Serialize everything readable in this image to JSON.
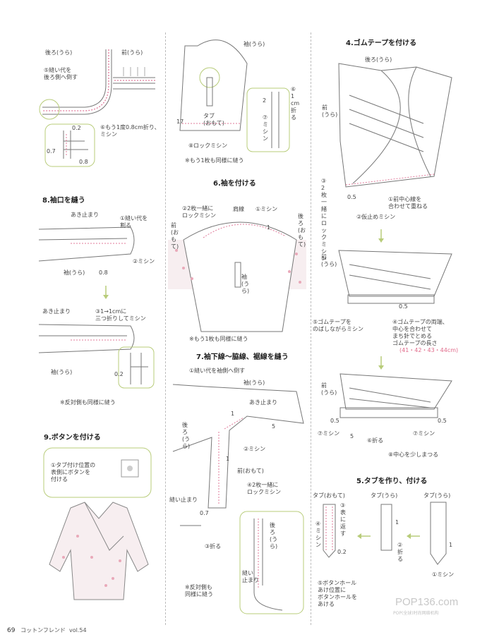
{
  "footer": {
    "page": "69",
    "magazine": "コットンフレンド",
    "vol": "vol.54"
  },
  "watermark": {
    "main": "POP136.com",
    "sub": "POP(全球)时尚网络机构"
  },
  "sections": {
    "s8": {
      "title": "8.袖口を縫う"
    },
    "s9": {
      "title": "9.ボタンを付ける"
    },
    "s6": {
      "title": "6.袖を付ける"
    },
    "s7": {
      "title": "7.袖下線～脇線、裾線を縫う"
    },
    "s4": {
      "title": "4.ゴムテープを付ける"
    },
    "s5": {
      "title": "5.タブを作り、付ける"
    }
  },
  "labels": {
    "top_left": {
      "back": "後ろ(うら)",
      "front": "前(うら)",
      "step5": "⑤縫い代を\n後ろ側へ倒す",
      "step6": "⑥もう1度0.8cm折り、\nミシン",
      "m02": "0.2",
      "m07": "0.7",
      "m08": "0.8"
    },
    "s8": {
      "open_end": "あき止まり",
      "step1": "①縫い代を\n割る",
      "step2": "②ミシン",
      "sleeve": "袖(うら)",
      "m08": "0.8",
      "open_end2": "あき止まり",
      "step3": "③1→1cmに\n三つ折りしてミシン",
      "sleeve2": "袖(うら)",
      "m02": "0.2",
      "note": "※反対側も同様に縫う"
    },
    "s9": {
      "step1": "①タブ付け位置の\n表側にボタンを\n付ける"
    },
    "top_mid": {
      "sleeve": "袖(うら)",
      "m17": "17",
      "tab": "タブ\n(おもて)",
      "step6": "⑥\n1\ncm\n折\nる",
      "step7": "⑦\nミ\nシ\nン",
      "m2": "2",
      "step8": "⑧ロックミシン",
      "note": "※もう1枚も同様に縫う"
    },
    "s6": {
      "step2": "②2枚一緒に\nロックミシン",
      "shoulder": "肩線",
      "step1": "①ミシン",
      "m1": "1",
      "front": "前\n(お\nも\nて)",
      "back": "後\nろ\n(お\nも\nて)",
      "sleeve": "袖\n(う\nら)",
      "note": "※もう1枚も同様に縫う"
    },
    "s7": {
      "step1": "①縫い代を袖側へ倒す",
      "sleeve": "袖(うら)",
      "open_end": "あき止まり",
      "m1": "1",
      "m5": "5",
      "step2": "②ミシン",
      "back": "後\nろ\n(う\nら)",
      "m1b": "1",
      "front": "前(おもて)",
      "step4": "④2枚一緒に\nロックミシン",
      "hem_end": "縫い止まり",
      "m07": "0.7",
      "step3": "③折る",
      "back2": "後\nろ\n(う\nら)",
      "hem_end2": "縫い\n止まり",
      "note": "※反対側も\n同様に縫う"
    },
    "s4": {
      "back": "後ろ(うら)",
      "front": "前\n(うら)",
      "step3": "③\n2\n枚\n一\n緒\nに\nロ\nッ\nク\nミ\nシ\nン",
      "m05": "0.5",
      "step1": "①前中心線を\n合わせて重ねる",
      "step2": "②仮止めミシン",
      "front2": "前\n(うら)",
      "m05b": "0.5",
      "step5": "⑤ゴムテープを\nのばしながらミシン",
      "step4": "④ゴムテープの両端、\n中心を合わせて\nまち針でとめる\nゴムテープの長さ",
      "sizes": "(41・42・43・44cm)",
      "front3": "前\n(うら)",
      "m05c": "0.5",
      "m05d": "0.5",
      "step7": "⑦ミシン",
      "m5": "5",
      "step6": "⑥折る",
      "step7b": "⑦ミシン",
      "step8": "⑧中心を少しまつる"
    },
    "s5": {
      "tab_front": "タブ(おもて)",
      "tab_back1": "タブ(うら)",
      "tab_back2": "タブ(うら)",
      "step3": "③\n表\nに\n返\nす",
      "step4": "④\nミ\nシ\nン",
      "m02": "0.2",
      "m1": "1",
      "step2": "②\n折\nる",
      "m1b": "1",
      "step1": "①ミシン",
      "step5": "⑤ボタンホール\nあけ位置に\nボタンホールを\nあける"
    }
  }
}
